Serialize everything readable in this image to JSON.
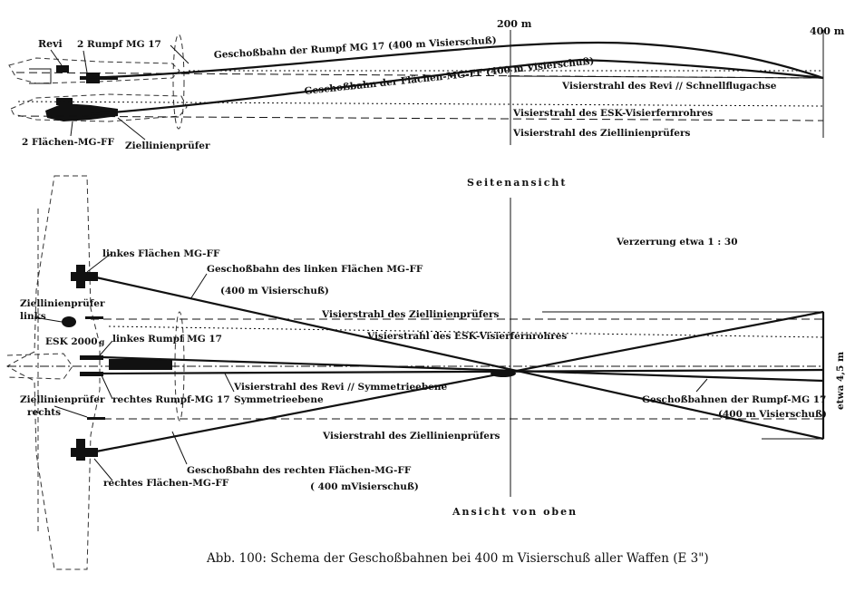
{
  "side_view": {
    "mark_200": "200 m",
    "mark_400": "400 m",
    "revi": "Revi",
    "rumpf_mg17": "2 Rumpf MG 17",
    "flaechen_mgff": "2 Flächen-MG-FF",
    "ziellinienpruefer": "Ziellinienprüfer",
    "bahn_rumpf": "Geschoßbahn der Rumpf MG 17 (400 m Visierschuß)",
    "bahn_flaechen": "Geschoßbahn der Flächen-MG-FF (400 m Visierschuß)",
    "visier_revi": "Visierstrahl des Revi // Schnellflugachse",
    "visier_esk": "Visierstrahl des ESK-Visierfernrohres",
    "visier_zlp": "Visierstrahl des Ziellinienprüfers",
    "title": "Seitenansicht"
  },
  "top_view": {
    "verzerrung": "Verzerrung etwa 1 : 30",
    "linkes_flaechen": "linkes Flächen MG-FF",
    "bahn_linken": "Geschoßbahn des linken Flächen MG-FF",
    "bahn_linken_sub": "(400 m Visierschuß)",
    "zlp_links_1": "Ziellinienprüfer",
    "zlp_links_2": "links",
    "esk": "ESK 2000",
    "esk_suffix": "g",
    "linkes_rumpf": "linkes Rumpf MG 17",
    "visier_zlp_top": "Visierstrahl des Ziellinienprüfers",
    "visier_esk_top": "Visierstrahl des ESK-Visierfernrohres",
    "visier_revi_top": "Visierstrahl des Revi // Symmetrieebene",
    "zlp_rechts_1": "Ziellinienprüfer",
    "zlp_rechts_2": "rechts",
    "rechtes_rumpf": "rechtes Rumpf-MG 17",
    "symmetrie": "Symmetrieebene",
    "bahnen_rumpf": "Geschoßbahnen der Rumpf-MG 17",
    "bahnen_rumpf_sub": "(400 m Visierschuß)",
    "etwa": "etwa 4,5 m",
    "visier_zlp_bottom": "Visierstrahl des Ziellinienprüfers",
    "bahn_rechten": "Geschoßbahn des rechten Flächen-MG-FF",
    "bahn_rechten_sub": "( 400 mVisierschuß)",
    "rechtes_flaechen": "rechtes Flächen-MG-FF",
    "title": "Ansicht von oben"
  },
  "caption": "Abb. 100: Schema der Geschoßbahnen bei 400 m Visierschuß aller Waffen (E 3\")"
}
